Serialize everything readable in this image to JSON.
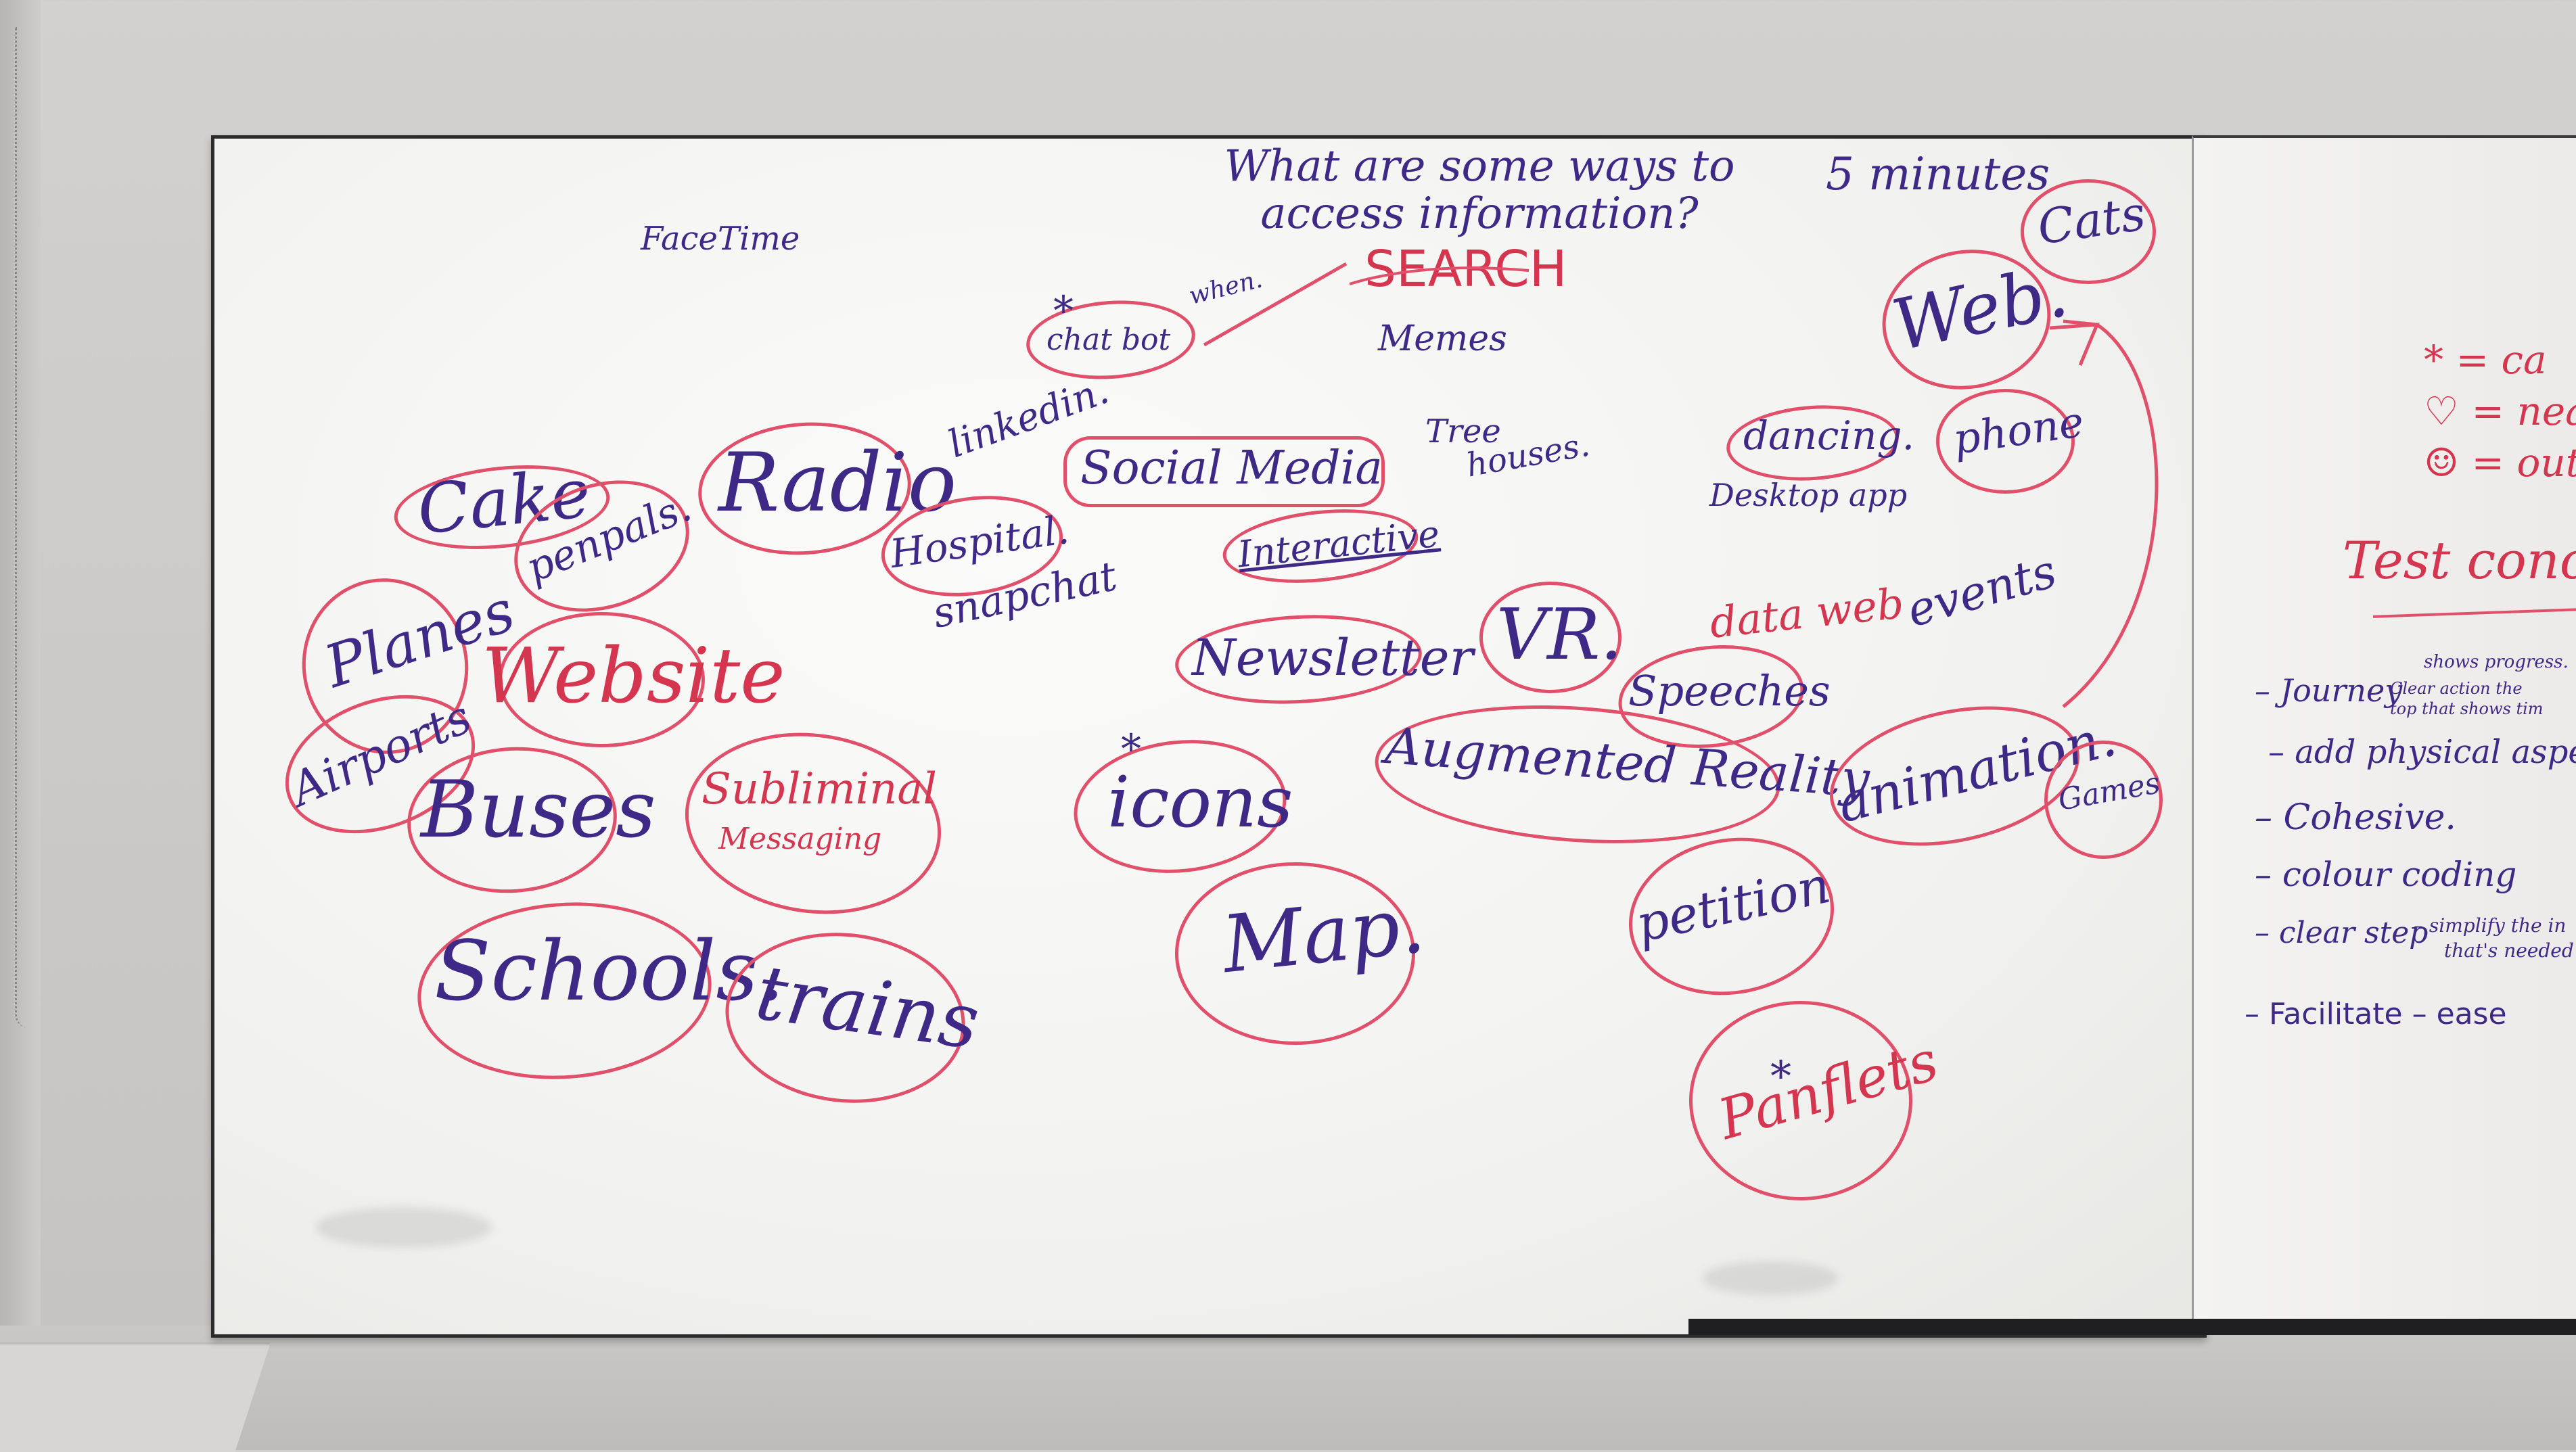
{
  "board": {
    "question": "What are some ways to access information?",
    "timer": "5 minutes",
    "notes": {
      "facetime": "FaceTime",
      "chatbot": "chat bot",
      "chatbot_star": "*",
      "when": "when.",
      "search": "SEARCH",
      "memes": "Memes",
      "linkedin": "linkedin.",
      "social_media": "Social Media",
      "tree_houses_1": "Tree",
      "tree_houses_2": "houses.",
      "web": "Web.",
      "cats": "Cats",
      "cake": "Cake",
      "penpals": "penpals.",
      "radio": "Radio",
      "hospital": "Hospital.",
      "interactive": "Interactive",
      "dancing": "dancing.",
      "phone": "phone",
      "desktop_app": "Desktop app",
      "snapchat": "snapchat",
      "planes": "Planes",
      "website": "Website",
      "airports": "Airports",
      "newsletter": "Newsletter",
      "vr": "VR.",
      "data_web": "data web",
      "events": "events",
      "speeches": "Speeches",
      "buses": "Buses",
      "subliminal_1": "Subliminal",
      "subliminal_2": "Messaging",
      "icons": "icons",
      "icons_star": "*",
      "augmented_reality": "Augmented Reality",
      "animation": "animation.",
      "games": "Games",
      "map": "Map.",
      "petition": "petition",
      "schools": "Schools.",
      "trains": "trains",
      "pamphlets": "Panflets",
      "pamphlets_star": "*"
    }
  },
  "side_board": {
    "legend": [
      {
        "symbol": "*",
        "text": "= ca"
      },
      {
        "symbol": "♡",
        "text": "= nea"
      },
      {
        "symbol": "☺",
        "text": "= out"
      }
    ],
    "heading": "Test concep",
    "items": [
      {
        "text": "– Journey",
        "aside_1": "shows progress.",
        "aside_2": "Clear action the",
        "aside_3": "top that shows tim"
      },
      {
        "text": "– add physical aspect"
      },
      {
        "text": "– Cohesive."
      },
      {
        "text": "– colour coding"
      },
      {
        "text": "– clear step",
        "aside_1": "– simplify the in",
        "aside_2": "that's needed"
      },
      {
        "text": "– Facilitate – ease"
      }
    ]
  },
  "colors": {
    "blue_marker": "#3e2a86",
    "red_marker": "#d43650",
    "board": "#f4f4f2",
    "frame": "#2b2b2d"
  }
}
